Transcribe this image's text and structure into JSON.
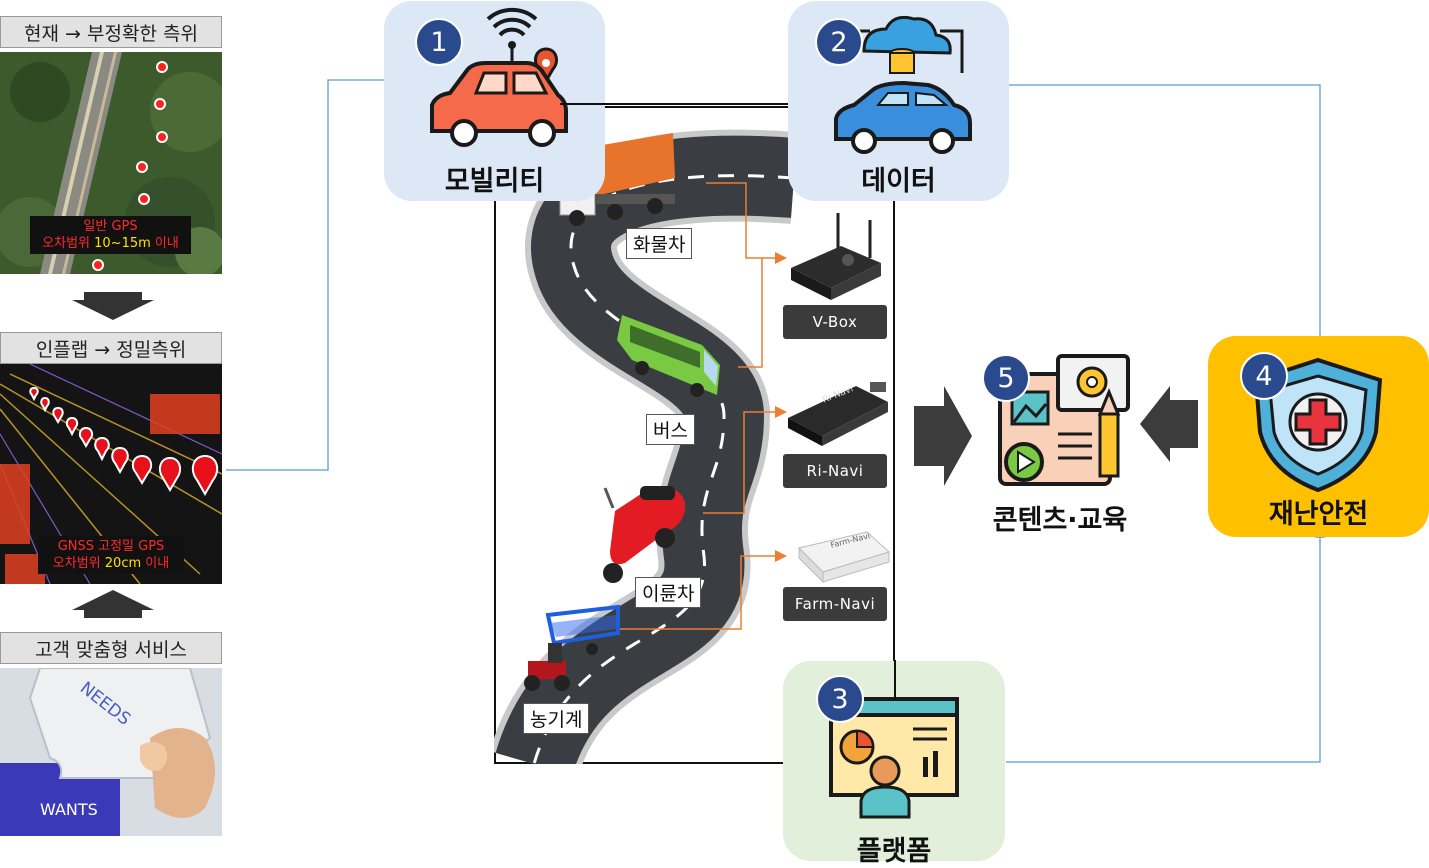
{
  "left_panels": {
    "current": {
      "title": "현재 → 부정확한 측위",
      "gps_line1": "일반 GPS",
      "gps_line2_prefix": "오차범위 ",
      "gps_line2_value": "10~15m",
      "gps_line2_suffix": " 이내"
    },
    "infra": {
      "title": "인플랩 → 정밀측위",
      "gps_line1": "GNSS 고정밀 GPS",
      "gps_line2_prefix": "오차범위 ",
      "gps_line2_value": "20cm",
      "gps_line2_suffix": " 이내"
    },
    "service": {
      "title": "고객 맞춤형 서비스",
      "needs": "NEEDS",
      "wants": "WANTS"
    }
  },
  "vehicles": [
    "화물차",
    "버스",
    "이륜차",
    "농기계"
  ],
  "devices": [
    "V-Box",
    "Ri-Navi",
    "Farm-Navi"
  ],
  "device_tags": {
    "ri_navi": "Ri-Navi",
    "farm_navi": "Farm-Navi"
  },
  "nodes": {
    "mobility": {
      "number": "1",
      "label": "모빌리티"
    },
    "data": {
      "number": "2",
      "label": "데이터"
    },
    "platform": {
      "number": "3",
      "label": "플랫폼"
    },
    "safety": {
      "number": "4",
      "label": "재난안전"
    },
    "content": {
      "number": "5",
      "label": "콘텐츠·교육"
    }
  },
  "colors": {
    "node_blue": "#dce8f5",
    "node_green": "#e2efda",
    "node_yellow": "#ffc000",
    "badge": "#2b4a8e",
    "connector_blue": "#5b9bd5",
    "connector_orange": "#ed7d31"
  }
}
